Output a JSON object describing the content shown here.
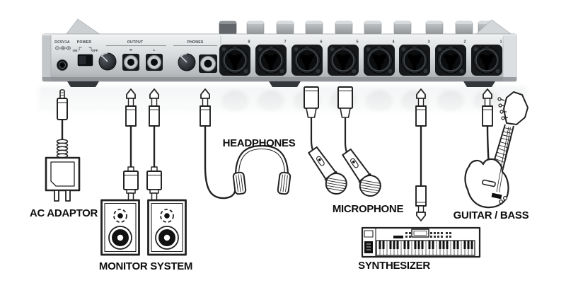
{
  "diagram": {
    "type": "audio-interface-connection-diagram",
    "background": "#ffffff"
  },
  "device": {
    "dc_label": "DC5V1A",
    "power_label": "POWER",
    "power_on": "ON",
    "power_off": "OFF",
    "output_label": "OUTPUT",
    "output_r": "R",
    "output_l": "L",
    "phones_label": "PHONES",
    "channels": [
      "8",
      "7",
      "6",
      "5",
      "4",
      "3",
      "2",
      "1"
    ]
  },
  "connections": {
    "ac_adaptor": "AC ADAPTOR",
    "monitor_system": "MONITOR SYSTEM",
    "headphones": "HEADPHONES",
    "microphone": "MICROPHONE",
    "synthesizer": "SYNTHESIZER",
    "guitar_bass": "GUITAR / BASS"
  },
  "colors": {
    "device_body": "#d7dadc",
    "jack_black": "#141618",
    "line_art": "#222222",
    "label_text": "#111111"
  }
}
